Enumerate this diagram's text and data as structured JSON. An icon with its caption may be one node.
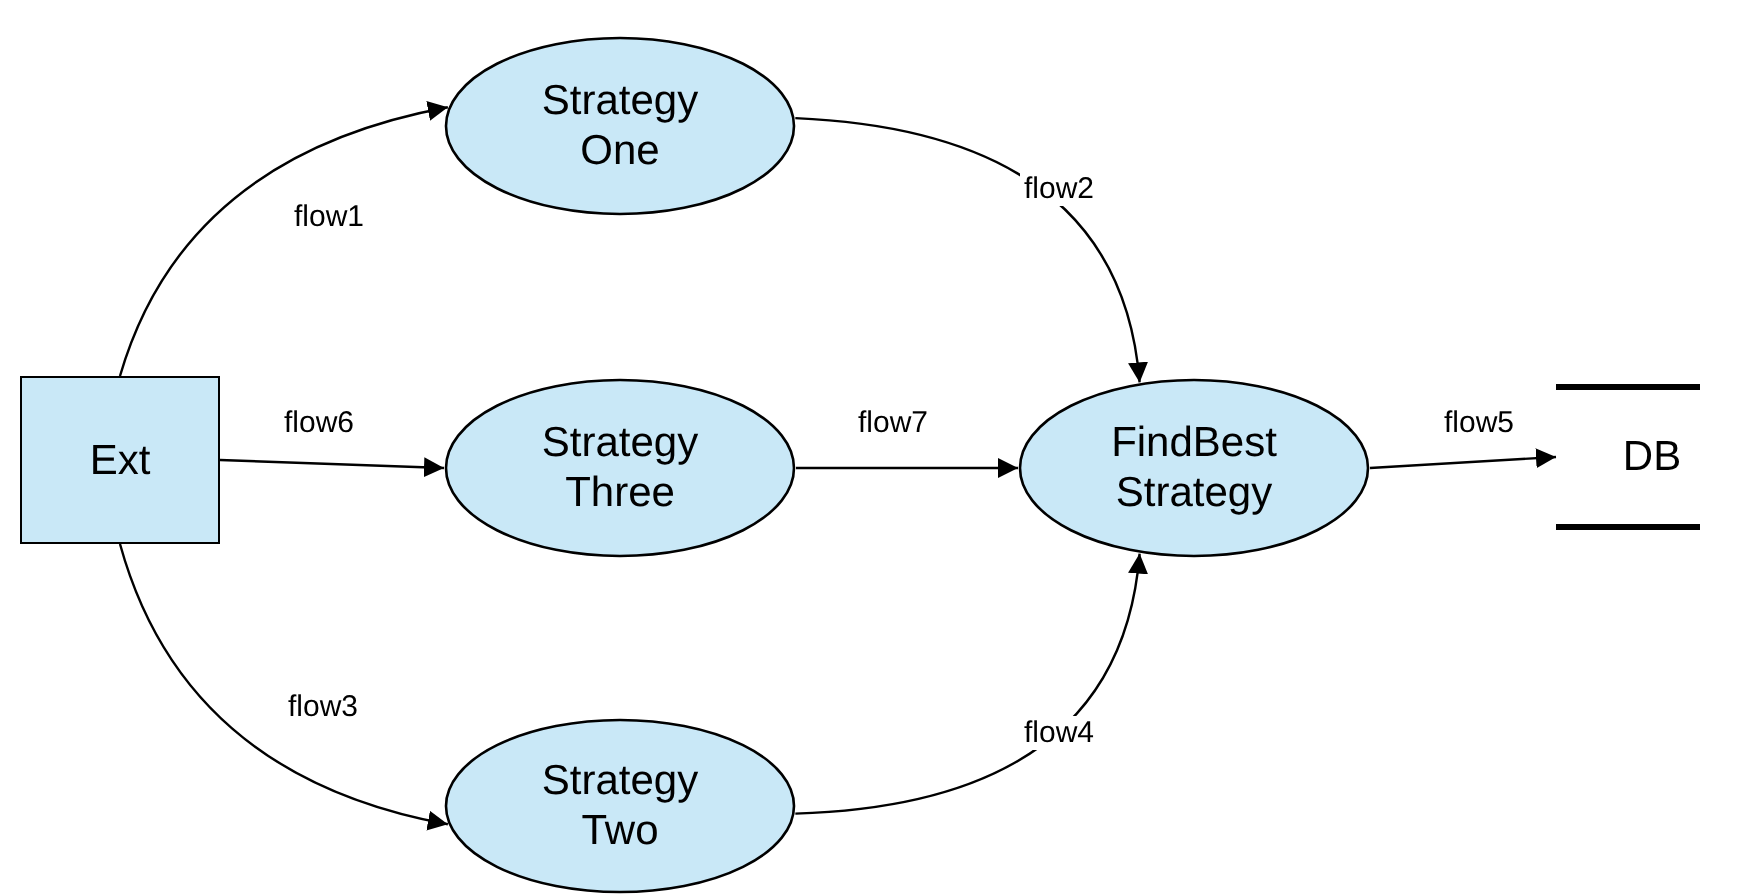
{
  "diagram": {
    "nodes": [
      {
        "text": [
          "Ext"
        ]
      },
      {
        "text": [
          "Strategy One"
        ]
      },
      {
        "text": [
          "Strategy Three"
        ]
      },
      {
        "text": [
          "Strategy Two"
        ]
      },
      {
        "text": [
          "FindBest Strategy"
        ]
      },
      {
        "text": [
          "DB"
        ]
      }
    ],
    "edges": [
      {
        "from": 0,
        "to": 1,
        "arrow": "to",
        "label": "flow1"
      },
      {
        "from": 0,
        "to": 2,
        "arrow": "to",
        "label": "flow6"
      },
      {
        "from": 0,
        "to": 3,
        "arrow": "to",
        "label": "flow3"
      },
      {
        "from": 1,
        "to": 4,
        "arrow": "to",
        "label": "flow2"
      },
      {
        "from": 2,
        "to": 4,
        "arrow": "to",
        "label": "flow7"
      },
      {
        "from": 3,
        "to": 4,
        "arrow": "to",
        "label": "flow4"
      },
      {
        "from": 4,
        "to": 5,
        "arrow": "to",
        "label": "flow5"
      }
    ]
  }
}
